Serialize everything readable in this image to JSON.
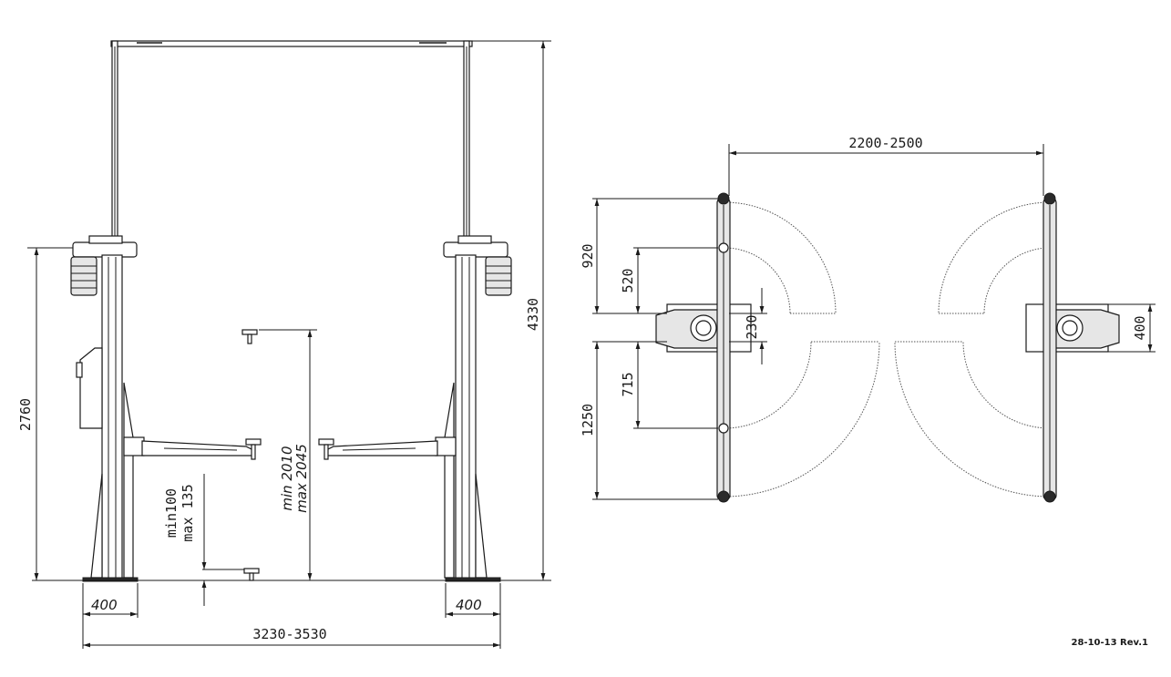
{
  "front_view": {
    "total_height": "4330",
    "column_height": "2760",
    "arm_min_height": "min100",
    "arm_max_height_low": "max 135",
    "lift_min_height": "min  2010",
    "lift_max_height": "max  2045",
    "base_left_width": "400",
    "base_right_width": "400",
    "overall_width": "3230-3530"
  },
  "top_view": {
    "column_spacing": "2200-2500",
    "arm_length_short_outer": "920",
    "arm_length_short_inner": "520",
    "pad_height": "230",
    "arm_length_long_outer": "1250",
    "arm_length_long_inner": "715",
    "base_depth": "400"
  },
  "revision": "28-10-13 Rev.1"
}
